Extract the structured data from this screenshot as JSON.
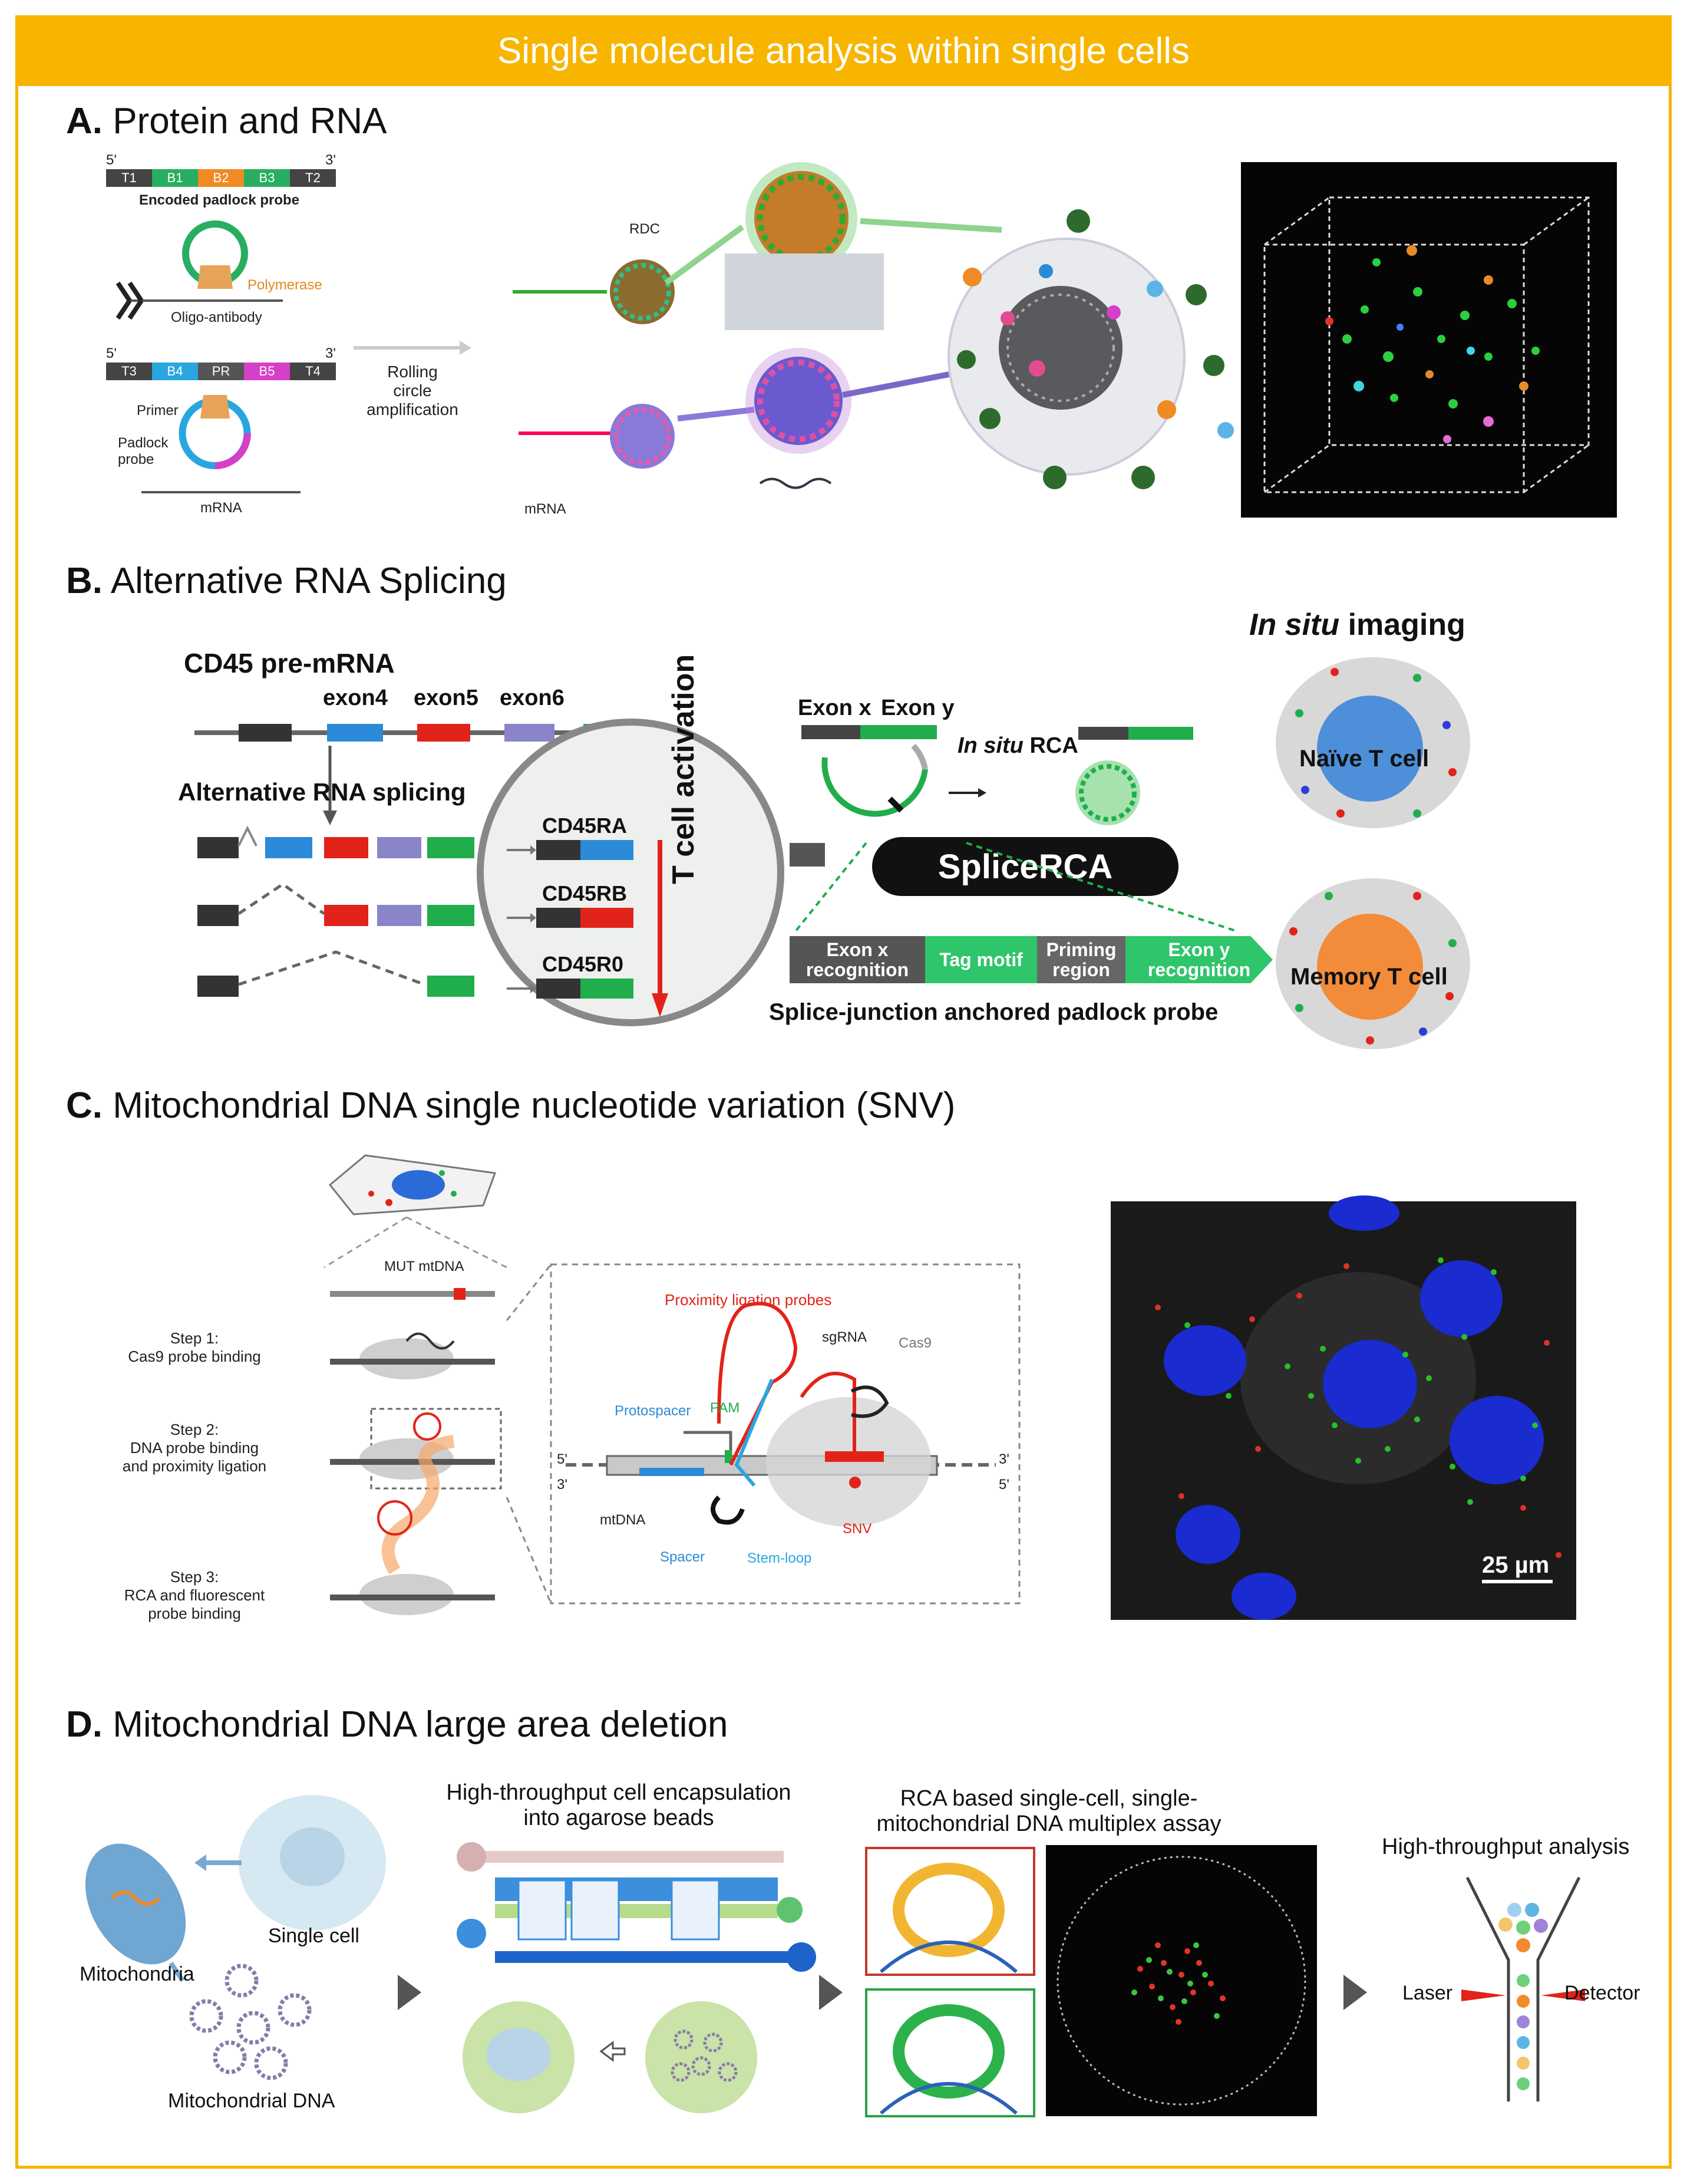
{
  "banner": {
    "title": "Single molecule analysis within single cells"
  },
  "colors": {
    "banner": "#f7b500",
    "green": "#1fae4b",
    "blue": "#2b8bd8",
    "red": "#e2231a",
    "purple": "#8a84c9",
    "orange": "#f08a24"
  },
  "panels": {
    "a": {
      "letter": "A.",
      "title": "Protein and RNA",
      "probe1": [
        "T1",
        "B1",
        "B2",
        "B3",
        "T2"
      ],
      "probe2": [
        "T3",
        "B4",
        "PR",
        "B5",
        "T4"
      ],
      "five": "5'",
      "three": "3'",
      "encoded": "Encoded padlock probe",
      "polymerase": "Polymerase",
      "oligo": "Oligo-antibody",
      "primer": "Primer",
      "padlock": "Padlock probe",
      "mrna": "mRNA",
      "rolling": [
        "Rolling",
        "circle",
        "amplification"
      ],
      "rdc": "RDC",
      "mrna2": "mRNA"
    },
    "b": {
      "letter": "B.",
      "title": "Alternative RNA Splicing",
      "premrna": "CD45 pre-mRNA",
      "exon4": "exon4",
      "exon5": "exon5",
      "exon6": "exon6",
      "alt": "Alternative RNA splicing",
      "cd45ra": "CD45RA",
      "cd45rb": "CD45RB",
      "cd45r0": "CD45R0",
      "activation": "T cell activation",
      "exonx": "Exon x",
      "exony": "Exon y",
      "insitu_rca_italic": "In situ",
      "insitu_rca_rest": "RCA",
      "splicerca": "SpliceRCA",
      "seg1": "Exon x recognition",
      "seg2": "Tag motif",
      "seg3": "Priming region",
      "seg4": "Exon y recognition",
      "anchored": "Splice-junction anchored padlock probe",
      "imaging_italic": "In situ",
      "imaging_rest": "imaging",
      "naive": "Naïve T cell",
      "memory": "Memory T cell"
    },
    "c": {
      "letter": "C.",
      "title": "Mitochondrial DNA single nucleotide variation (SNV)",
      "mut": "MUT mtDNA",
      "step1": [
        "Step 1:",
        "Cas9 probe binding"
      ],
      "step2": [
        "Step 2:",
        "DNA probe binding",
        "and proximity ligation"
      ],
      "step3": [
        "Step 3:",
        "RCA and fluorescent",
        "probe binding"
      ],
      "prox": "Proximity ligation probes",
      "sgrna": "sgRNA",
      "cas9": "Cas9",
      "protospacer": "Protospacer",
      "pam": "PAM",
      "mtdna": "mtDNA",
      "spacer": "Spacer",
      "stemloop": "Stem-loop",
      "snv": "SNV",
      "five": "5'",
      "three": "3'",
      "scale": "25 µm"
    },
    "d": {
      "letter": "D.",
      "title": "Mitochondrial DNA large area deletion",
      "mito": "Mitochondria",
      "single": "Single cell",
      "mtdna": "Mitochondrial DNA",
      "encap": [
        "High-throughput cell encapsulation",
        "into agarose beads"
      ],
      "rca": [
        "RCA based single-cell, single-",
        "mitochondrial DNA multiplex assay"
      ],
      "hta": "High-throughput analysis",
      "laser": "Laser",
      "detector": "Detector"
    }
  }
}
